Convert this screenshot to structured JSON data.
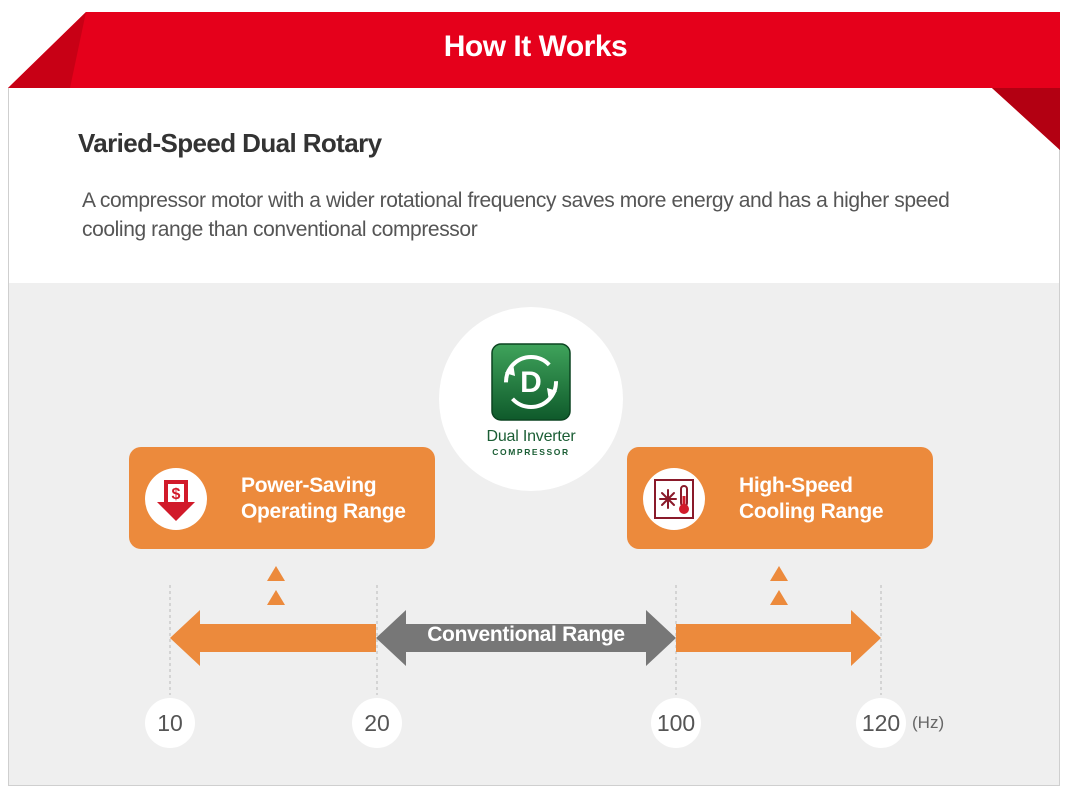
{
  "header": {
    "title": "How It Works"
  },
  "section": {
    "title": "Varied-Speed Dual Rotary",
    "description_lines": [
      "A compressor motor with a wider rotational frequency saves more energy and has a higher speed",
      "cooling range than conventional compressor"
    ]
  },
  "logo": {
    "name": "Dual Inverter",
    "subtitle": "COMPRESSOR",
    "badge_letter": "D",
    "icon": "dual-inverter-logo-icon"
  },
  "power_saving_box": {
    "lines": [
      "Power-Saving",
      "Operating Range"
    ],
    "icon": "dollar-down-arrow-icon"
  },
  "cooling_box": {
    "lines": [
      "High-Speed",
      "Cooling Range"
    ],
    "icon": "snowflake-thermometer-icon"
  },
  "scale": {
    "ticks": [
      "10",
      "20",
      "100",
      "120"
    ],
    "unit": "(Hz)",
    "conventional_label": "Conventional Range"
  },
  "colors": {
    "header_red": "#e5001b",
    "orange": "#ec8a3c",
    "gray_arrow": "#777777",
    "logo_green": "#1e7a3e"
  }
}
